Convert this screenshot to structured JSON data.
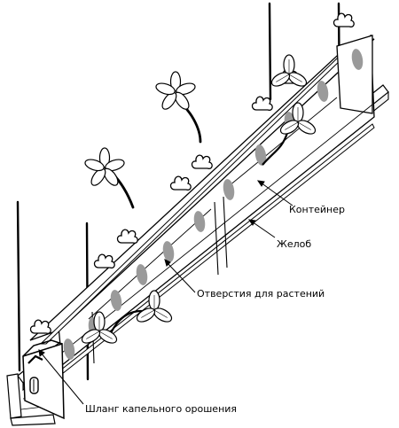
{
  "labels": {
    "container": "Контейнер",
    "gutter": "Желоб",
    "plant_holes": "Отверстия для растений",
    "drip_hose": "Шланг капельного орошения"
  },
  "colors": {
    "line": "#000000",
    "fill": "#ffffff",
    "hole": "#9a9a9a",
    "rib": "#cfcfcf"
  }
}
